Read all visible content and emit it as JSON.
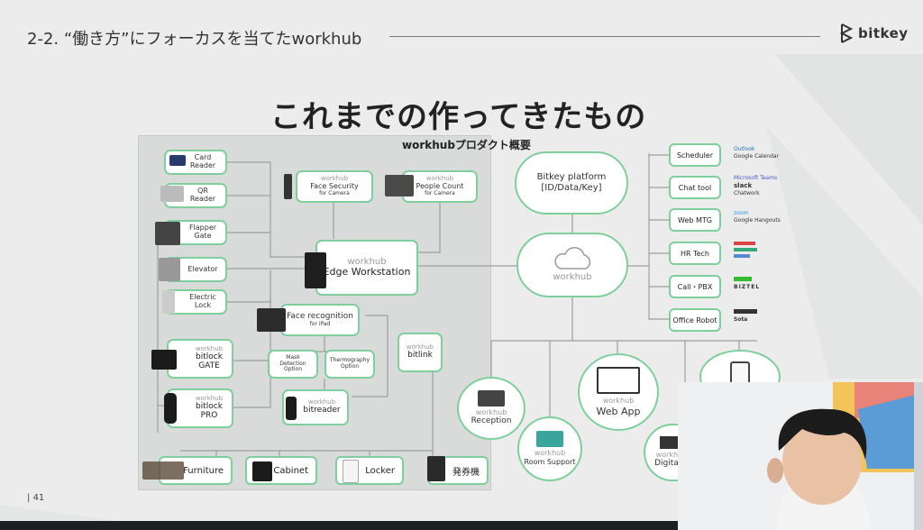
{
  "header": {
    "title": "2-2. “働き方”にフォーカスを当てたworkhub",
    "brand": "bitkey"
  },
  "heading": "これまでの作ってきたもの",
  "panel_title": "workhubプロダクト概要",
  "devices": [
    {
      "line1": "Card",
      "line2": "Reader"
    },
    {
      "line1": "QR",
      "line2": "Reader"
    },
    {
      "line1": "Flapper",
      "line2": "Gate"
    },
    {
      "line1": "Elevator",
      "line2": ""
    },
    {
      "line1": "Electric",
      "line2": "Lock"
    }
  ],
  "workhub_label": "workhub",
  "face_security": {
    "title": "Face Security",
    "sub": "for Camera"
  },
  "people_count": {
    "title": "People Count",
    "sub": "for Camera"
  },
  "edge": {
    "title": "Edge Workstation"
  },
  "face_recognition": {
    "title": "Face recognition",
    "sub": "for iPad"
  },
  "mask": {
    "line1": "Mask",
    "line2": "Detection",
    "line3": "Option"
  },
  "thermo": {
    "line1": "Thermography",
    "line2": "Option"
  },
  "bitlock_gate": "bitlock GATE",
  "bitlock_pro": "bitlock PRO",
  "bitreader": "bitreader",
  "bitlink": "bitlink",
  "bottom_items": [
    "Furniture",
    "Cabinet",
    "Locker",
    "発券機"
  ],
  "platform": {
    "line1": "Bitkey platform",
    "line2": "[ID/Data/Key]"
  },
  "cloud_label": "workhub",
  "services": [
    {
      "label": "Scheduler",
      "logos": [
        "Outlook",
        "Google Calendar"
      ]
    },
    {
      "label": "Chat tool",
      "logos": [
        "Microsoft Teams",
        "slack",
        "Chatwork"
      ]
    },
    {
      "label": "Web MTG",
      "logos": [
        "zoom",
        "Google Hangouts"
      ]
    },
    {
      "label": "HR Tech",
      "logos": [
        "",
        "",
        ""
      ]
    },
    {
      "label": "Call・PBX",
      "logos": [
        "",
        "BIZTEL"
      ]
    },
    {
      "label": "Office Robot",
      "logos": [
        "",
        "Sota"
      ]
    }
  ],
  "apps": [
    {
      "wh": "workhub",
      "name": "Reception"
    },
    {
      "wh": "workhub",
      "name": "Room Support"
    },
    {
      "wh": "workhub",
      "name": "Web App"
    },
    {
      "wh": "workhub",
      "name": "Digital S"
    }
  ],
  "page_number": "41",
  "taskbar_text": "",
  "colors": {
    "accent": "#7fcf9c",
    "background": "#ececec",
    "panel": "#d9dada"
  }
}
